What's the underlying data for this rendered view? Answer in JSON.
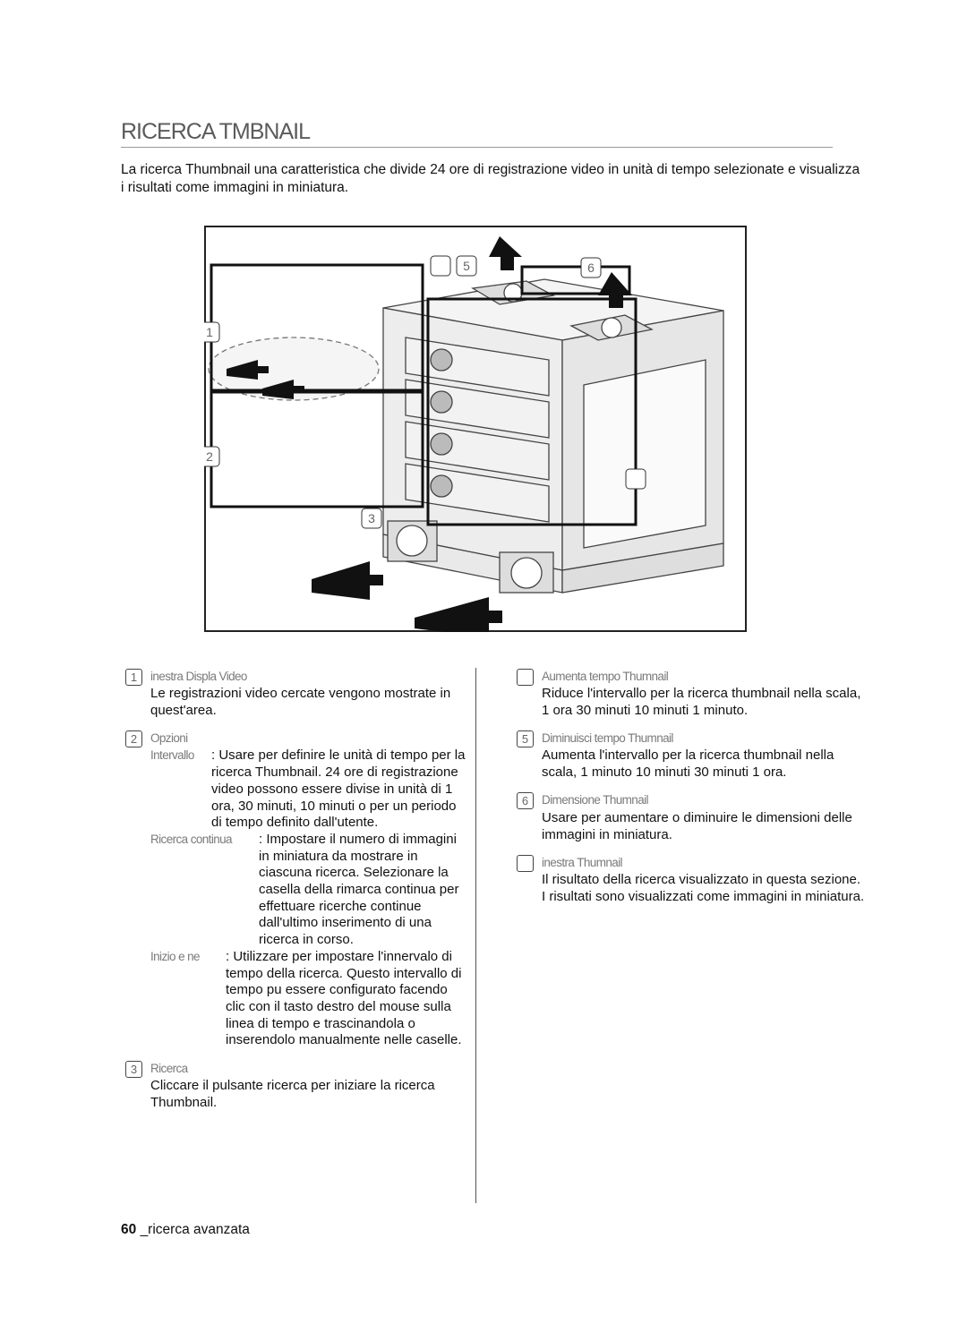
{
  "header": {
    "title": "RICERCA TMBNAIL"
  },
  "intro": "La ricerca Thumbnail  una caratteristica che divide 24 ore di registrazione video in unità di tempo selezionate e visualizza i risultati come immagini in miniatura.",
  "figure": {
    "callouts": [
      "1",
      "2",
      "3",
      "",
      "5",
      "6",
      ""
    ]
  },
  "left_column": {
    "items": [
      {
        "num": "1",
        "label": "inestra Displa Video",
        "text": "Le registrazioni video cercate vengono mostrate in quest'area."
      },
      {
        "num": "2",
        "label": "Opzioni",
        "options": [
          {
            "key": "Intervallo",
            "text": ": Usare per definire le unità di tempo per la ricerca Thumbnail. 24 ore di registrazione video possono essere divise in unità di 1 ora, 30 minuti, 10 minuti o per un periodo di tempo definito dall'utente."
          },
          {
            "key": "Ricerca continua",
            "text": ": Impostare il numero di immagini in miniatura da mostrare in ciascuna ricerca. Selezionare la casella della rimarca continua per effettuare ricerche continue dall'ultimo inserimento di una ricerca in corso."
          },
          {
            "key": "Inizio e ne",
            "text": ": Utilizzare per impostare l'innervalo di tempo della ricerca. Questo intervallo di tempo pu essere configurato facendo clic con il tasto destro del mouse sulla linea di tempo e trascinandola o inserendolo manualmente nelle caselle."
          }
        ]
      },
      {
        "num": "3",
        "label": "Ricerca",
        "text": "Cliccare il pulsante ricerca per iniziare la ricerca Thumbnail."
      }
    ]
  },
  "right_column": {
    "items": [
      {
        "num": "",
        "label": "Aumenta tempo Thumnail",
        "text": "Riduce l'intervallo per la ricerca thumbnail nella scala, 1 ora  30 minuti  10 minuti 1 minuto."
      },
      {
        "num": "5",
        "label": "Diminuisci tempo Thumnail",
        "text": "Aumenta l'intervallo per la ricerca thumbnail nella scala, 1 minuto  10 minuti  30 minuti  1 ora."
      },
      {
        "num": "6",
        "label": "Dimensione Thumnail",
        "text": "Usare per aumentare o diminuire le dimensioni delle immagini in miniatura."
      },
      {
        "num": "",
        "label": "inestra Thumnail",
        "text": "Il risultato della ricerca  visualizzato in questa sezione. I risultati sono visualizzati come immagini in miniatura."
      }
    ]
  },
  "footer": {
    "page_number": "60",
    "section": "_ricerca avanzata"
  }
}
